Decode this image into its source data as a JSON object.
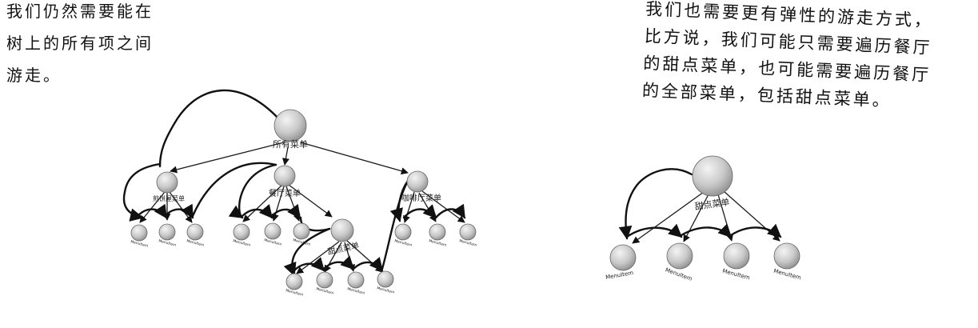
{
  "left_note": {
    "lines": [
      "我们仍然需要能在",
      "树上的所有项之间",
      "游走。"
    ]
  },
  "right_note": {
    "lines": [
      "我们也需要更有弹性的游走方式，",
      "比方说，我们可能只需要遍历餐厅",
      "的甜点菜单，也可能需要遍历餐厅",
      "的全部菜单，包括甜点菜单。"
    ]
  },
  "left_tree": {
    "root": "所有菜单",
    "pancake_menu": "煎饼屋菜单",
    "diner_menu": "餐厅菜单",
    "cafe_menu": "咖啡厅菜单",
    "dessert_menu": "甜点菜单",
    "item": "MenuItem"
  },
  "right_tree": {
    "root": "甜点菜单",
    "items": [
      "MenuItem",
      "MenuItem",
      "MenuItem",
      "MenuItem"
    ]
  },
  "colors": {
    "ink": "#111111",
    "node_light": "#f4f4f4",
    "node_dark": "#8a8a8a"
  }
}
